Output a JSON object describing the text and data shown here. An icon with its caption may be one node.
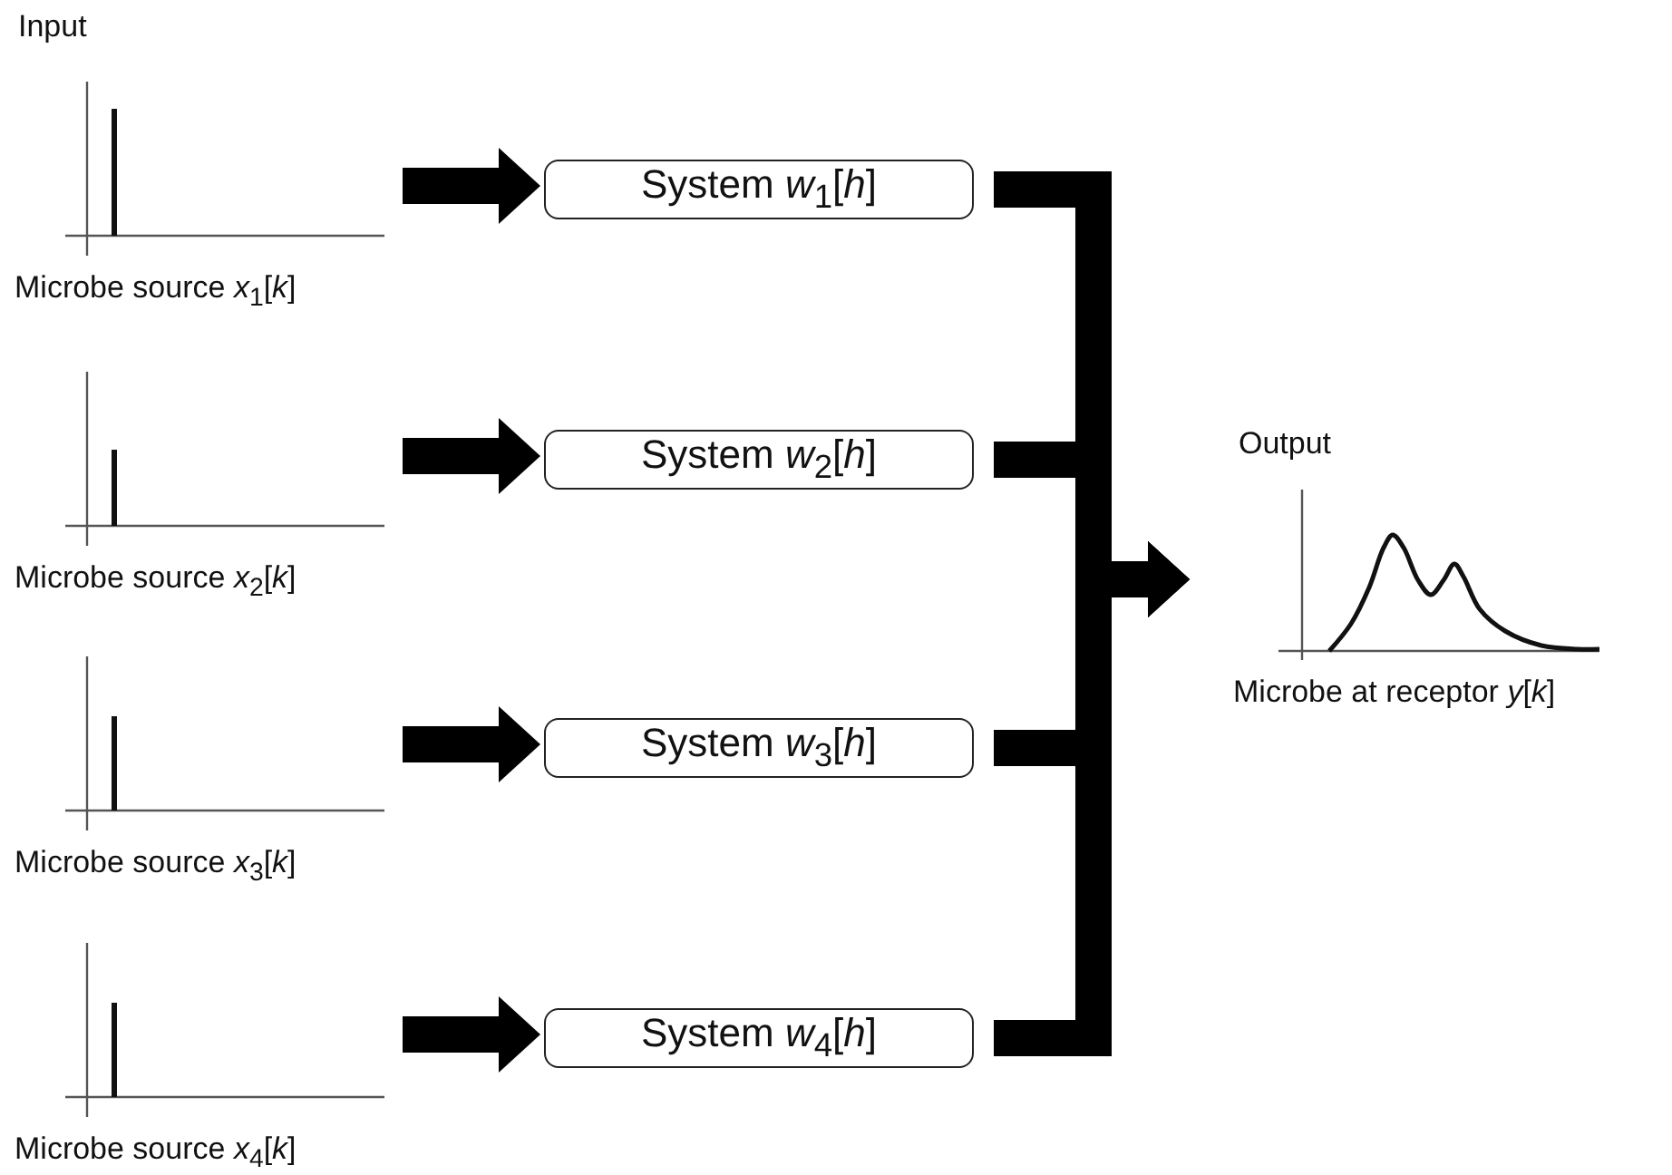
{
  "diagram": {
    "nodes": [
      {
        "text": [
          "Microbe source *x*$_{1}$[*k*]"
        ]
      },
      {
        "text": [
          "Microbe source *x*$_{2}$[*k*]"
        ]
      },
      {
        "text": [
          "Microbe source *x*$_{3}$[*k*]"
        ]
      },
      {
        "text": [
          "Microbe source *x*$_{4}$[*k*]"
        ]
      },
      {
        "text": [
          "System *w*$_{1}$[*h*]"
        ]
      },
      {
        "text": [
          "System *w*$_{2}$[*h*]"
        ]
      },
      {
        "text": [
          "System *w*$_{3}$[*h*]"
        ]
      },
      {
        "text": [
          "System *w*$_{4}$[*h*]"
        ]
      },
      {
        "text": [
          "Microbe at receptor *y*[*k*]"
        ],
        "beside": [
          "Output"
        ]
      }
    ],
    "edges": [
      {
        "from": 0,
        "to": 4,
        "arrow": "to"
      },
      {
        "from": 1,
        "to": 5,
        "arrow": "to"
      },
      {
        "from": 2,
        "to": 6,
        "arrow": "to"
      },
      {
        "from": 3,
        "to": 7,
        "arrow": "to"
      },
      {
        "from": 4,
        "to": 8,
        "arrow": "to"
      },
      {
        "from": 5,
        "to": 8,
        "arrow": "to"
      },
      {
        "from": 6,
        "to": 8,
        "arrow": "to"
      },
      {
        "from": 7,
        "to": 8,
        "arrow": "to"
      }
    ],
    "labels": [
      "Input"
    ]
  }
}
